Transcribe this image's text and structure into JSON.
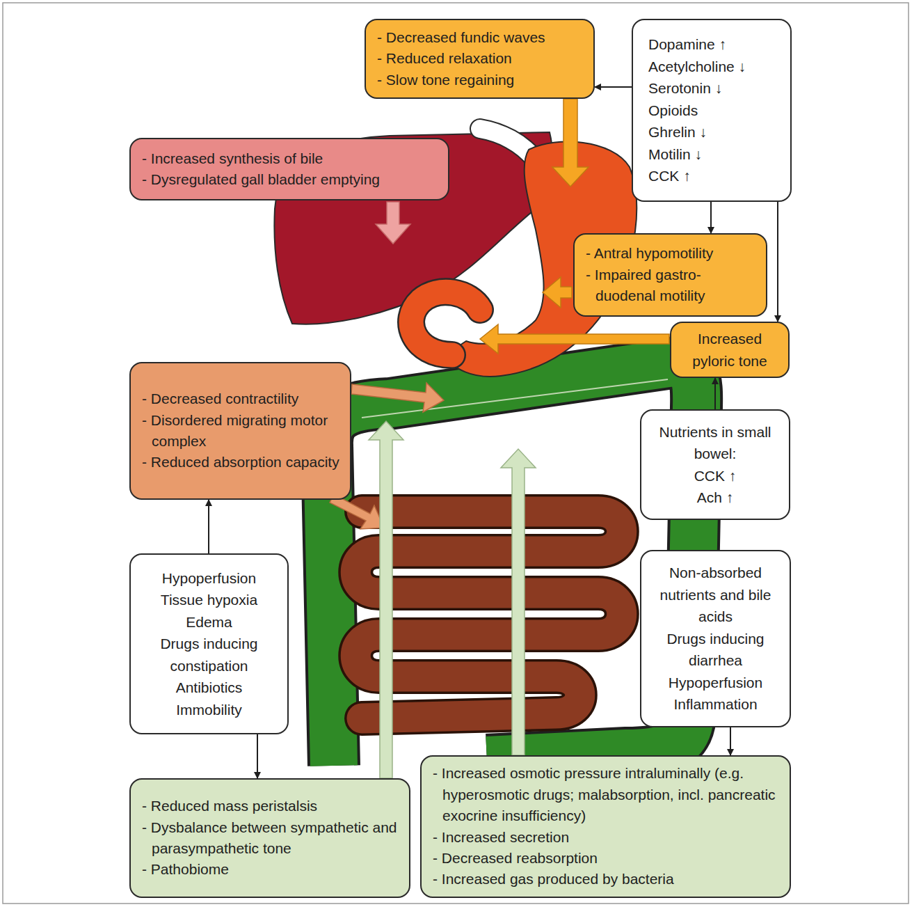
{
  "diagram": {
    "nodes": [
      {
        "text": [
          "- Decreased fundic waves",
          "- Reduced relaxation",
          "- Slow tone regaining"
        ]
      },
      {
        "text": [
          "Dopamine ↑",
          "Acetylcholine ↓",
          "Serotonin ↓",
          "Opioids",
          "Ghrelin ↓",
          "Motilin ↓",
          "CCK ↑"
        ]
      },
      {
        "text": [
          "- Increased synthesis of bile",
          "- Dysregulated gall bladder emptying"
        ]
      },
      {
        "text": [
          "- Antral hypomotility",
          "- Impaired gastro-duodenal motility"
        ]
      },
      {
        "text": [
          "Increased pyloric tone"
        ]
      },
      {
        "text": [
          "- Decreased contractility",
          "- Disordered migrating motor complex",
          "- Reduced absorption capacity"
        ]
      },
      {
        "text": [
          "Nutrients in small bowel:",
          "CCK ↑",
          "Ach ↑"
        ]
      },
      {
        "text": [
          "Hypoperfusion",
          "Tissue hypoxia",
          "Edema",
          "Drugs inducing constipation",
          "Antibiotics",
          "Immobility"
        ]
      },
      {
        "text": [
          "Non-absorbed nutrients and bile acids",
          "Drugs inducing diarrhea",
          "Hypoperfusion",
          "Inflammation"
        ]
      },
      {
        "text": [
          "- Reduced mass peristalsis",
          "- Dysbalance between sympathetic and parasympathetic tone",
          "- Pathobiome"
        ]
      },
      {
        "text": [
          "- Increased osmotic pressure intraluminally (e.g. hyperosmotic drugs; malabsorption, incl. pancreatic exocrine insufficiency)",
          "- Increased secretion",
          "- Decreased reabsorption",
          "- Increased gas produced by bacteria"
        ]
      }
    ],
    "edges": [
      {
        "from": 1,
        "to": 0,
        "arrow": "to"
      },
      {
        "from": 1,
        "to": 3,
        "arrow": "to"
      },
      {
        "from": 1,
        "to": 4,
        "arrow": "to"
      },
      {
        "from": 6,
        "to": 4,
        "arrow": "to"
      },
      {
        "from": 7,
        "to": 5,
        "arrow": "to"
      },
      {
        "from": 7,
        "to": 9,
        "arrow": "to"
      },
      {
        "from": 8,
        "to": 10,
        "arrow": "to"
      }
    ]
  }
}
